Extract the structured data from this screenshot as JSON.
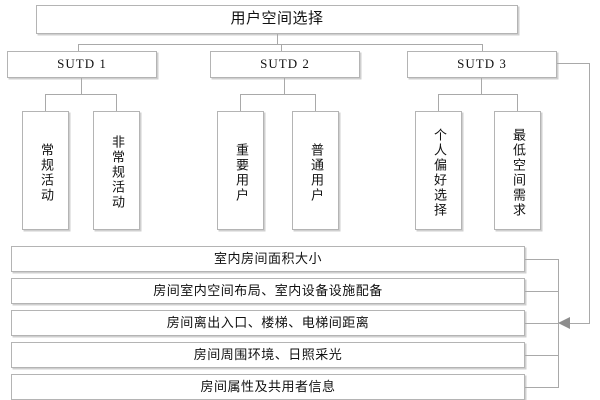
{
  "diagram": {
    "title": "用户空间选择",
    "level2": [
      {
        "label": "SUTD 1"
      },
      {
        "label": "SUTD 2"
      },
      {
        "label": "SUTD 3"
      }
    ],
    "level3": [
      {
        "label": "常规活动",
        "parent": "SUTD 1"
      },
      {
        "label": "非常规活动",
        "parent": "SUTD 1"
      },
      {
        "label": "重要用户",
        "parent": "SUTD 2"
      },
      {
        "label": "普通用户",
        "parent": "SUTD 2"
      },
      {
        "label": "个人偏好选择",
        "parent": "SUTD 3"
      },
      {
        "label": "最低空间需求",
        "parent": "SUTD 3"
      }
    ],
    "attributes": [
      {
        "label": "室内房间面积大小"
      },
      {
        "label": "房间室内空间布局、室内设备设施配备"
      },
      {
        "label": "房间离出入口、楼梯、电梯间距离"
      },
      {
        "label": "房间周围环境、日照采光"
      },
      {
        "label": "房间属性及共用者信息"
      }
    ],
    "colors": {
      "box_border": "#b4b4b4",
      "box_shadow": "#cfcfcf",
      "connector": "#a9a9a9",
      "arrow": "#8d8d8d",
      "background": "#ffffff",
      "text": "#111111"
    }
  }
}
